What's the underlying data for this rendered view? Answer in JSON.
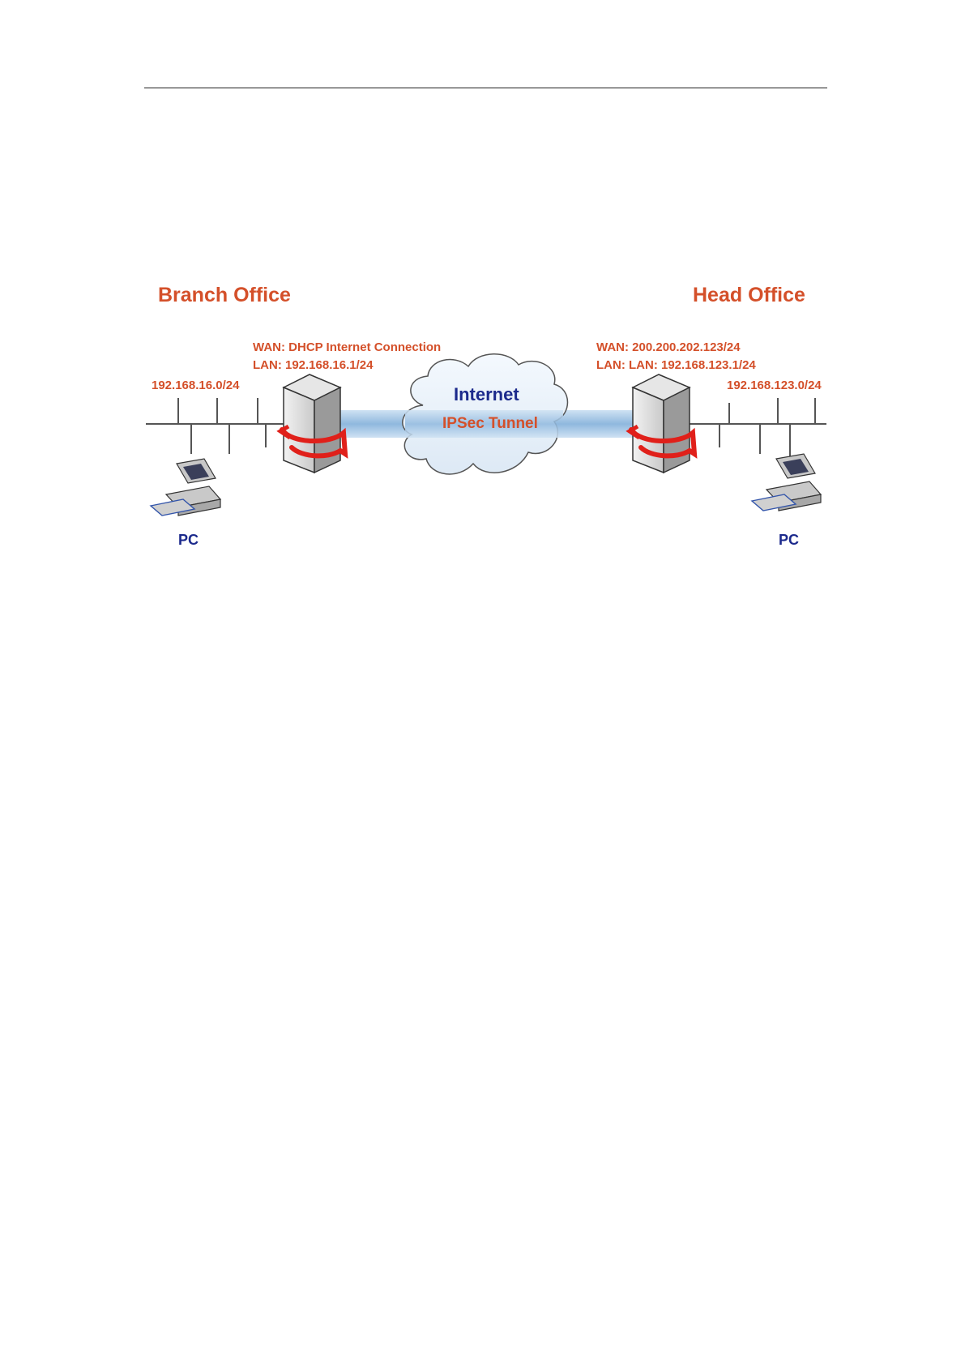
{
  "branch": {
    "title": "Branch Office",
    "wan": "WAN: DHCP Internet Connection",
    "lan": "LAN: 192.168.16.1/24",
    "subnet": "192.168.16.0/24",
    "pc_label": "PC"
  },
  "head": {
    "title": "Head Office",
    "wan": "WAN: 200.200.202.123/24",
    "lan": "LAN: LAN: 192.168.123.1/24",
    "subnet": "192.168.123.0/24",
    "pc_label": "PC"
  },
  "cloud": {
    "label": "Internet"
  },
  "tunnel": {
    "label": "IPSec Tunnel"
  },
  "colors": {
    "label_orange": "#d4502a",
    "label_blue": "#1c2a8c",
    "tunnel_blue": "#9fc3e3",
    "device_red": "#e0201a"
  }
}
